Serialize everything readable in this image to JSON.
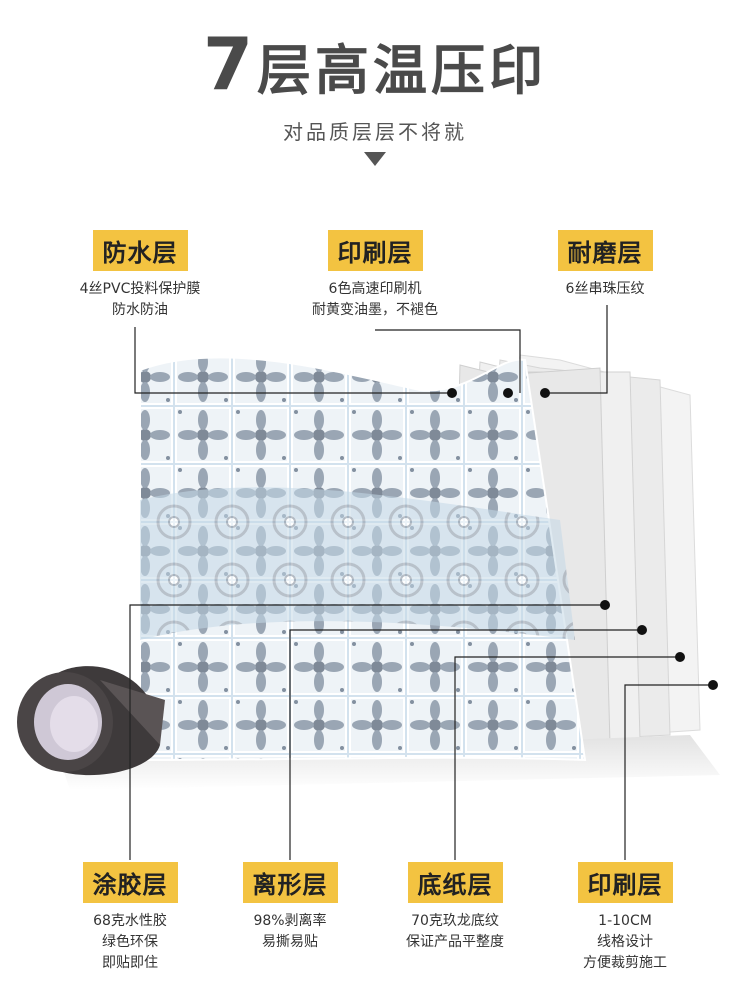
{
  "header": {
    "title_number": "7",
    "title_text": "层高温压印",
    "subtitle": "对品质层层不将就"
  },
  "layers_top": [
    {
      "name": "防水层",
      "desc": [
        "4丝PVC投料保护膜",
        "防水防油"
      ]
    },
    {
      "name": "印刷层",
      "desc": [
        "6色高速印刷机",
        "耐黄变油墨，不褪色"
      ]
    },
    {
      "name": "耐磨层",
      "desc": [
        "6丝串珠压纹"
      ]
    }
  ],
  "layers_bottom": [
    {
      "name": "涂胶层",
      "desc": [
        "68克水性胶",
        "绿色环保",
        "即贴即住"
      ]
    },
    {
      "name": "离形层",
      "desc": [
        "98%剥离率",
        "易撕易贴"
      ]
    },
    {
      "name": "底纸层",
      "desc": [
        "70克玖龙底纹",
        "保证产品平整度"
      ]
    },
    {
      "name": "印刷层",
      "desc": [
        "1-10CM",
        "线格设计",
        "方便裁剪施工"
      ]
    }
  ],
  "colors": {
    "label_bg": "#f3c341",
    "tile_blue": "#c9dbe8",
    "tile_pattern": "#8a95a3",
    "sheet_gray": "#e6e6e6"
  }
}
